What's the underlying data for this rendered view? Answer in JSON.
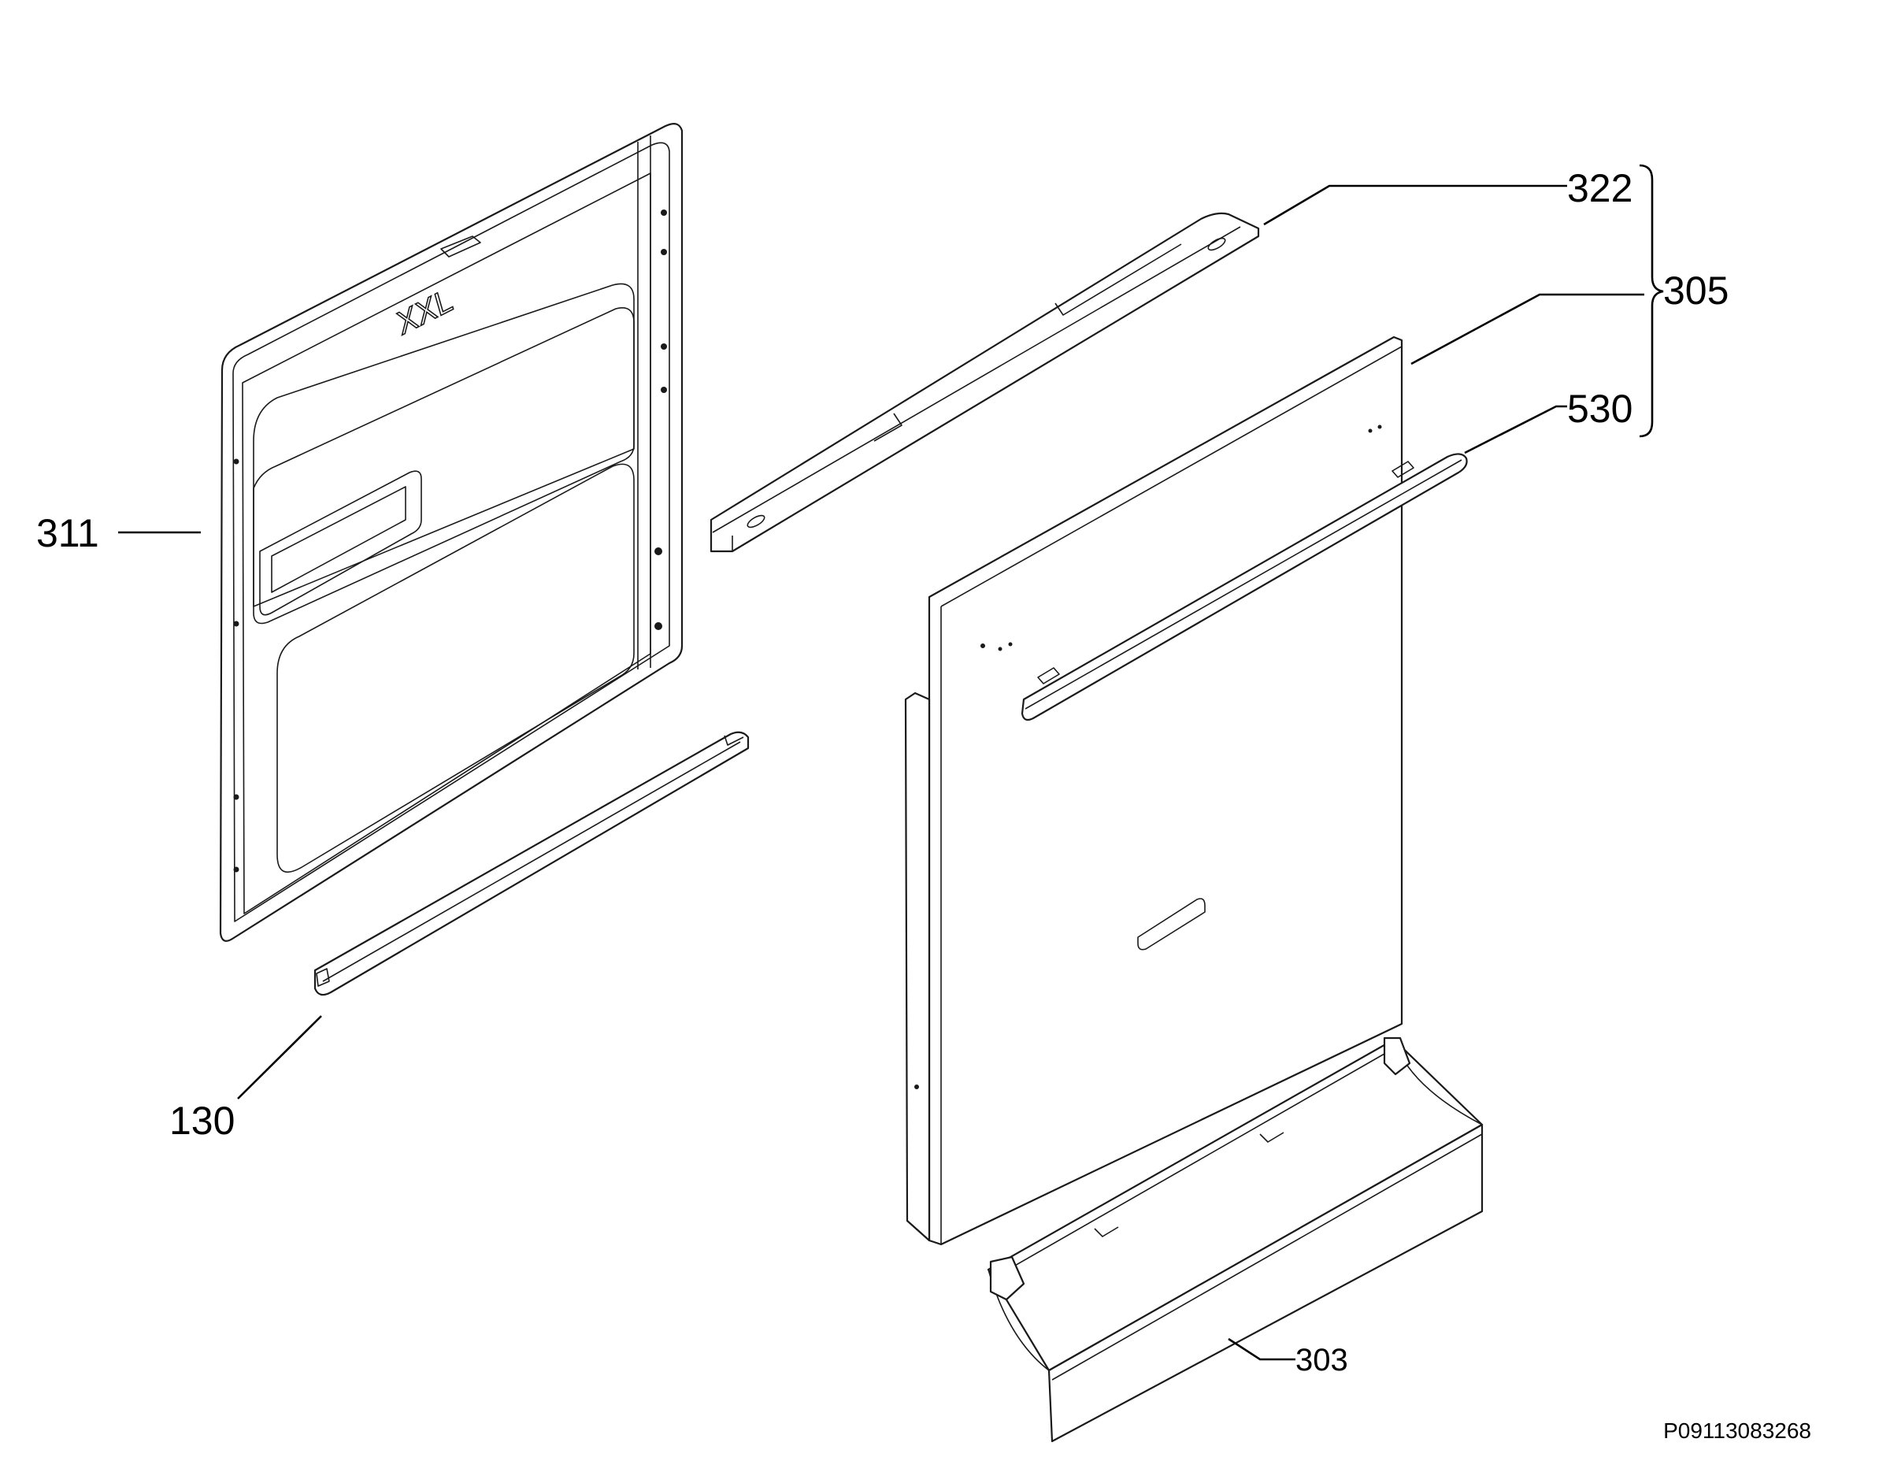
{
  "diagram": {
    "drawing_number": "P09113083268",
    "callouts": {
      "inner_door": "311",
      "lower_seal": "130",
      "top_rail": "322",
      "door_assembly": "305",
      "handle": "530",
      "kick_plate": "303"
    },
    "inner_door_logo": "XXL"
  }
}
